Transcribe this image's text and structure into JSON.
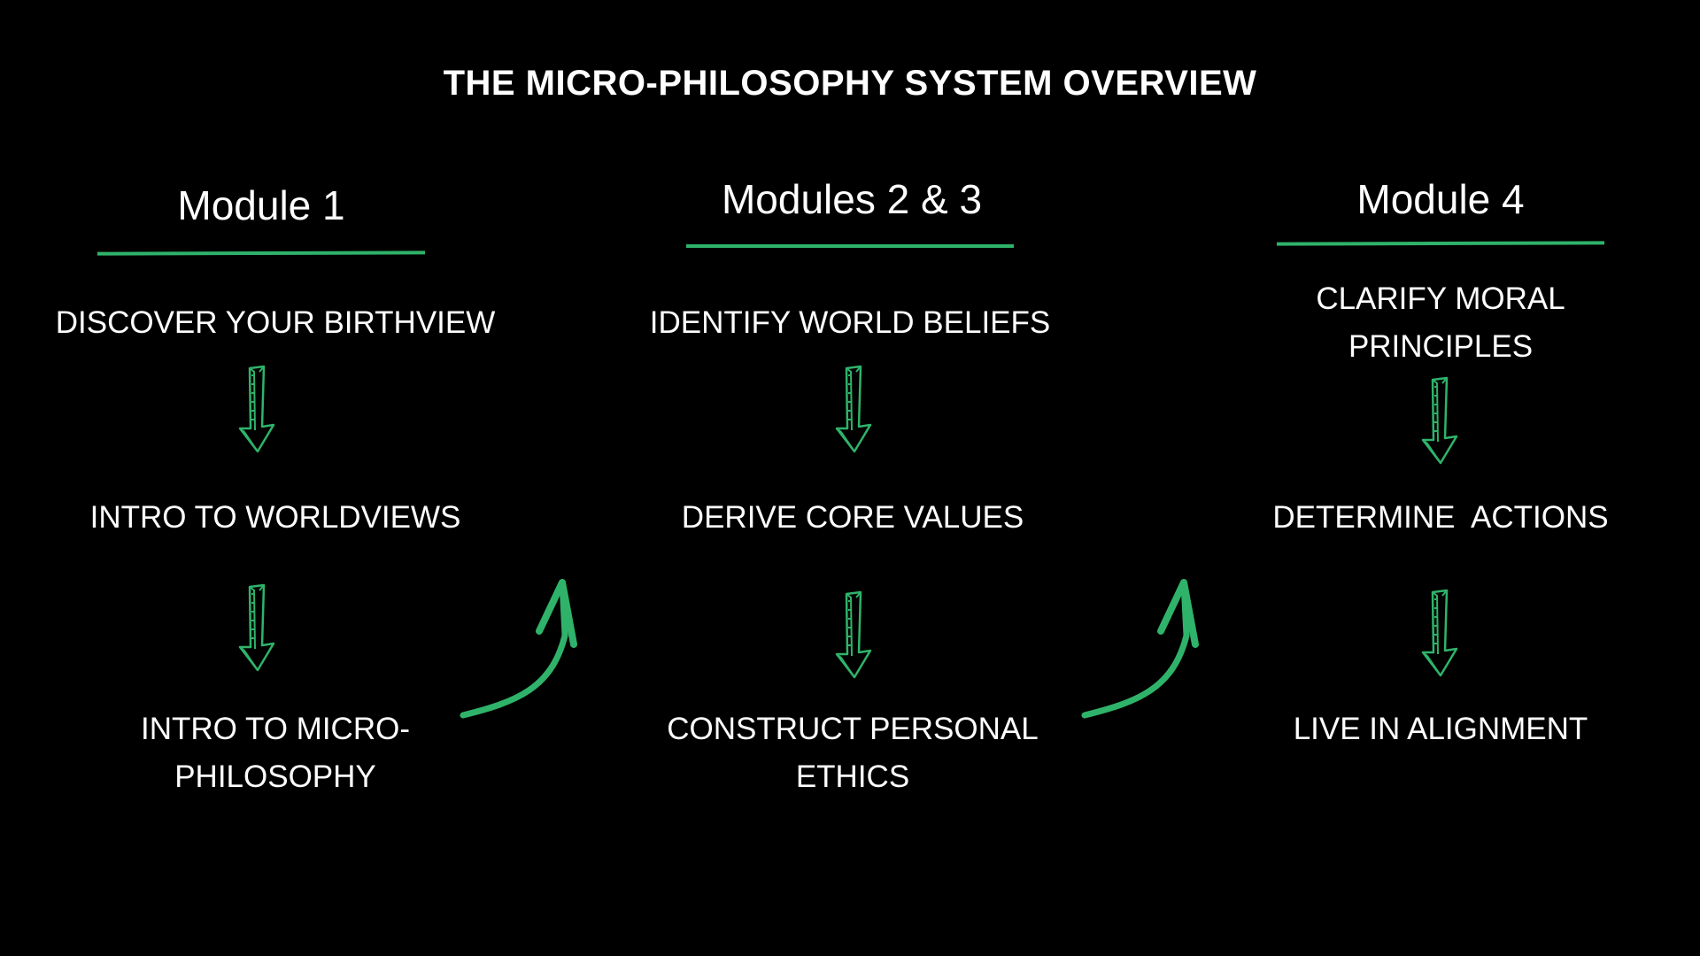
{
  "title": "THE MICRO-PHILOSOPHY SYSTEM OVERVIEW",
  "accent_color": "#2fb36a",
  "columns": [
    {
      "heading": "Module 1",
      "steps": [
        "DISCOVER YOUR BIRTHVIEW",
        "INTRO TO WORLDVIEWS",
        "INTRO TO MICRO-\nPHILOSOPHY"
      ]
    },
    {
      "heading": "Modules 2 & 3",
      "steps": [
        "IDENTIFY WORLD BELIEFS",
        "DERIVE CORE VALUES",
        "CONSTRUCT PERSONAL\nETHICS"
      ]
    },
    {
      "heading": "Module 4",
      "steps": [
        "CLARIFY MORAL\nPRINCIPLES",
        "DETERMINE  ACTIONS",
        "LIVE IN ALIGNMENT"
      ]
    }
  ]
}
